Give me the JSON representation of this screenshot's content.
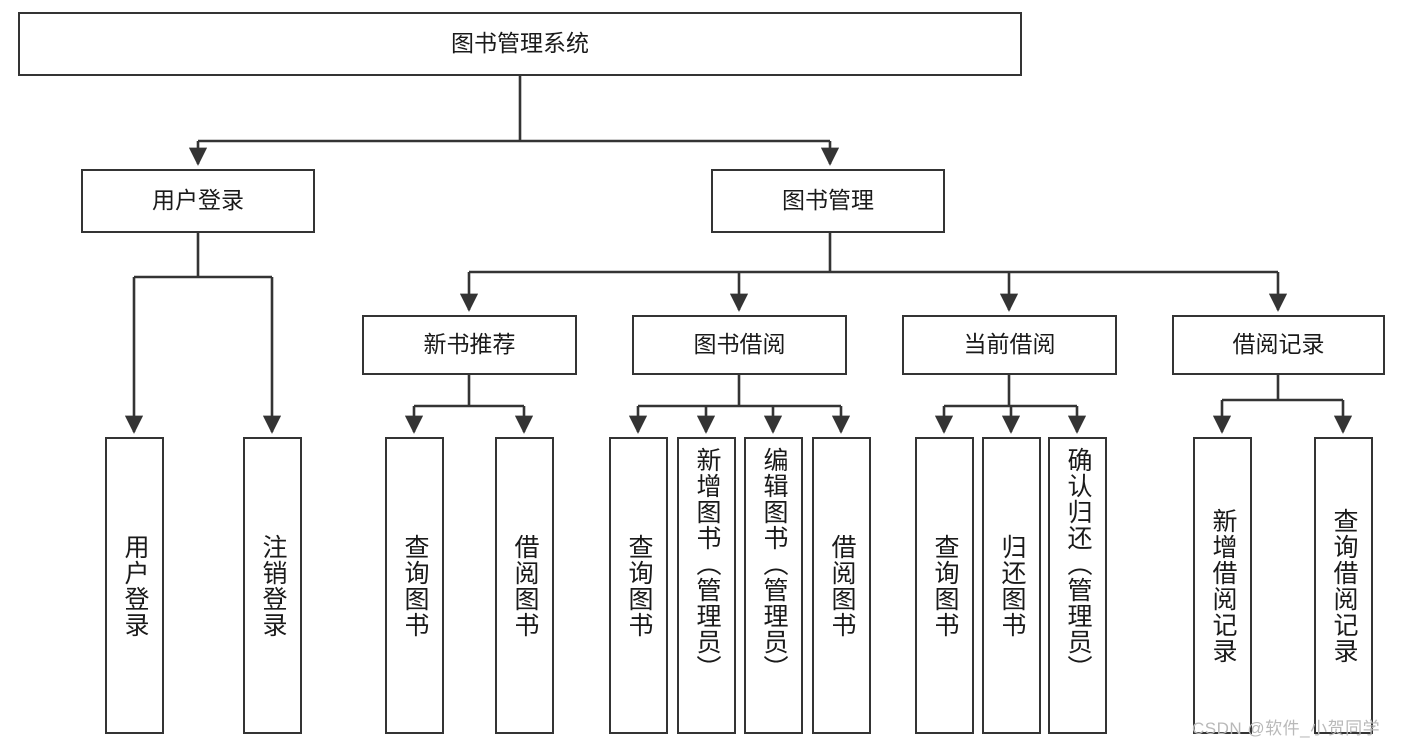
{
  "diagram": {
    "title_node": {
      "id": "root",
      "label": "图书管理系统"
    },
    "level1": [
      {
        "id": "user-login",
        "label": "用户登录"
      },
      {
        "id": "book-manage",
        "label": "图书管理"
      }
    ],
    "level2": [
      {
        "id": "new-book-recommend",
        "label": "新书推荐"
      },
      {
        "id": "book-borrow",
        "label": "图书借阅"
      },
      {
        "id": "current-borrow",
        "label": "当前借阅"
      },
      {
        "id": "borrow-record",
        "label": "借阅记录"
      }
    ],
    "leaves": [
      {
        "id": "leaf-user-login",
        "label": "用户登录",
        "parent": "user-login"
      },
      {
        "id": "leaf-logout-login",
        "label": "注销登录",
        "parent": "user-login"
      },
      {
        "id": "leaf-query-book-1",
        "label": "查询图书",
        "parent": "new-book-recommend"
      },
      {
        "id": "leaf-borrow-book-1",
        "label": "借阅图书",
        "parent": "new-book-recommend"
      },
      {
        "id": "leaf-query-book-2",
        "label": "查询图书",
        "parent": "book-borrow"
      },
      {
        "id": "leaf-add-book",
        "label": "新增图书（管理员）",
        "parent": "book-borrow"
      },
      {
        "id": "leaf-edit-book",
        "label": "编辑图书（管理员）",
        "parent": "book-borrow"
      },
      {
        "id": "leaf-borrow-book-2",
        "label": "借阅图书",
        "parent": "book-borrow"
      },
      {
        "id": "leaf-query-book-3",
        "label": "查询图书",
        "parent": "current-borrow"
      },
      {
        "id": "leaf-return-book",
        "label": "归还图书",
        "parent": "current-borrow"
      },
      {
        "id": "leaf-confirm-return",
        "label": "确认归还（管理员）",
        "parent": "current-borrow"
      },
      {
        "id": "leaf-add-record",
        "label": "新增借阅记录",
        "parent": "borrow-record"
      },
      {
        "id": "leaf-query-record",
        "label": "查询借阅记录",
        "parent": "borrow-record"
      }
    ]
  },
  "watermark": {
    "text": "CSDN @软件_小贺同学"
  },
  "colors": {
    "border": "#343434",
    "text": "#1a1a1a",
    "background": "#ffffff",
    "watermark": "#b9b9b9"
  }
}
